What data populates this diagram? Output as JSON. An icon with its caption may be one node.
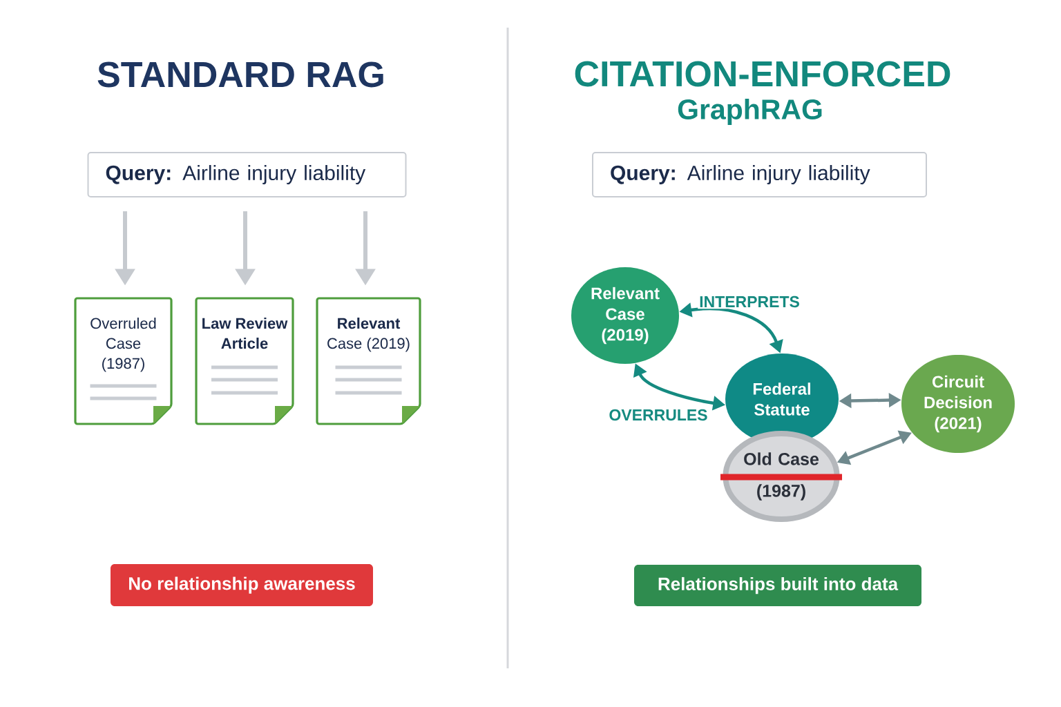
{
  "diagram": {
    "nodes": [
      {
        "text": [
          "**Query:** Airline injury liability"
        ]
      },
      {
        "text": [
          "Overruled Case (1987)"
        ]
      },
      {
        "text": [
          "Law Review Article"
        ]
      },
      {
        "text": [
          "**Relevant** Case (2019)"
        ]
      },
      {
        "text": [
          "No relationship awareness"
        ]
      },
      {
        "text": [
          "**Query:** Airline injury liability"
        ]
      },
      {
        "text": [
          "Relevant Case (2019)"
        ]
      },
      {
        "text": [
          "Federal Statute"
        ]
      },
      {
        "text": [
          "Circuit Decision (2021)"
        ]
      },
      {
        "text": [
          "Old Case (1987)"
        ]
      },
      {
        "text": [
          "Relationships built into data"
        ]
      }
    ],
    "edges": [
      {
        "from": 0,
        "to": 1,
        "arrow": "to"
      },
      {
        "from": 0,
        "to": 2,
        "arrow": "to"
      },
      {
        "from": 0,
        "to": 3,
        "arrow": "to"
      },
      {
        "from": 6,
        "to": 7,
        "arrow": "both",
        "label": "INTERPRETS",
        "color": "#158a80"
      },
      {
        "from": 6,
        "to": 7,
        "arrow": "both",
        "label": "OVERRULES",
        "color": "#158a80"
      },
      {
        "from": 7,
        "to": 8,
        "arrow": "both",
        "color": "#6f898d"
      },
      {
        "from": 9,
        "to": 8,
        "arrow": "both",
        "color": "#6f898d"
      }
    ],
    "labels": [
      "STANDARD RAG",
      "CITATION-ENFORCED",
      "GraphRAG"
    ]
  }
}
